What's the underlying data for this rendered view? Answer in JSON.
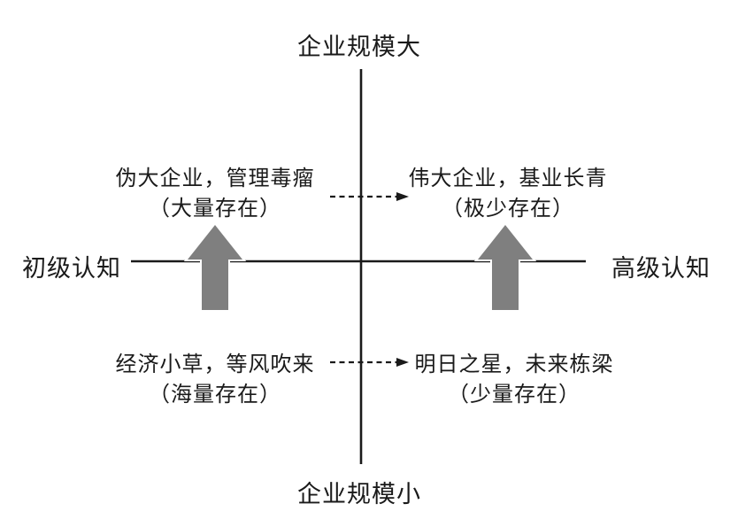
{
  "diagram": {
    "type": "quadrant-matrix",
    "axes": {
      "top_label": "企业规模大",
      "bottom_label": "企业规模小",
      "left_label": "初级认知",
      "right_label": "高级认知"
    },
    "quadrants": {
      "top_left": {
        "line1": "伪大企业，管理毒瘤",
        "line2": "（大量存在）"
      },
      "top_right": {
        "line1": "伟大企业，基业长青",
        "line2": "（极少存在）"
      },
      "bottom_left": {
        "line1": "经济小草，等风吹来",
        "line2": "（海量存在）"
      },
      "bottom_right": {
        "line1": "明日之星，未来栋梁",
        "line2": "（少量存在）"
      }
    },
    "arrows": {
      "dashed_arrow_top": "from top-left quadrant to top-right quadrant",
      "dashed_arrow_bottom": "from bottom-left quadrant to bottom-right quadrant",
      "up_arrow_left": "block arrow crossing horizontal axis upward (left side)",
      "up_arrow_right": "block arrow crossing horizontal axis upward (right side)"
    },
    "colors": {
      "background": "#ffffff",
      "axis_line": "#1a1a1a",
      "text": "#1a1a1a",
      "block_arrow_fill": "#7f7f7f",
      "block_arrow_outline": "#ffffff",
      "dashed_arrow": "#1a1a1a"
    }
  }
}
